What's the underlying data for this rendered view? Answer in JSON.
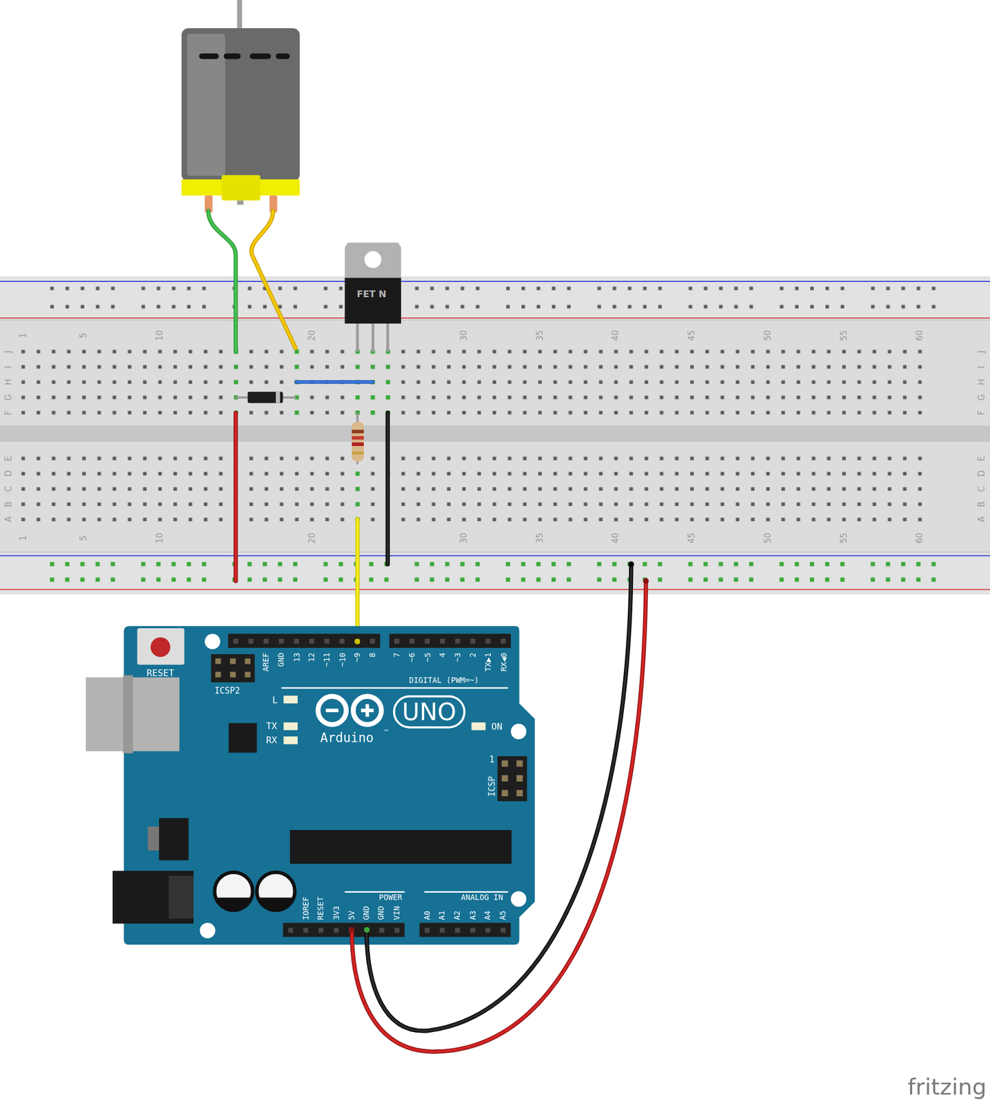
{
  "diagram": {
    "labels": [
      "1",
      "5",
      "10",
      "20",
      "30",
      "35",
      "40",
      "45",
      "50",
      "55",
      "60",
      "J",
      "I",
      "H",
      "G",
      "F",
      "J",
      "I",
      "H",
      "G",
      "F",
      "E",
      "D",
      "C",
      "B",
      "A",
      "E",
      "D",
      "C",
      "B",
      "A",
      "1",
      "5",
      "10",
      "20",
      "30",
      "35",
      "40",
      "45",
      "50",
      "55",
      "60",
      "FET N",
      "RESET",
      "ICSP2",
      "AREF",
      "GND",
      "13",
      "12",
      "~11",
      "~10",
      "~9",
      "8",
      "7",
      "~6",
      "~5",
      "4",
      "~3",
      "2",
      "TX▶1",
      "RX◀0",
      "DIGITAL (PWM=~)",
      "L",
      "TX",
      "RX",
      "UNO",
      "Arduino",
      "™",
      "ON",
      "1",
      "ICSP",
      "IOREF",
      "RESET",
      "3V3",
      "5V",
      "GND",
      "GND",
      "VIN",
      "POWER",
      "ANALOG IN",
      "A0",
      "A1",
      "A2",
      "A3",
      "A4",
      "A5",
      "fritzing"
    ]
  }
}
